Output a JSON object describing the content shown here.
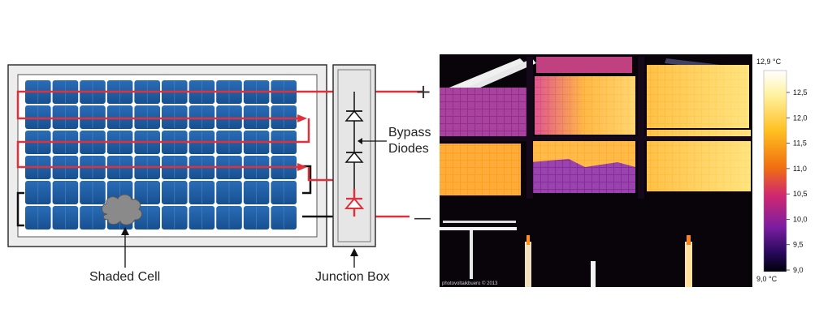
{
  "left_diagram": {
    "label_shaded_cell": "Shaded Cell",
    "label_junction_box": "Junction Box",
    "label_bypass_diodes_line1": "Bypass",
    "label_bypass_diodes_line2": "Diodes",
    "terminal_positive": "+",
    "terminal_negative": "—"
  },
  "thermal_image": {
    "scale_max": "12,9 °C",
    "scale_min": "9,0 °C",
    "scale_ticks": [
      "12,5",
      "12,0",
      "11,5",
      "11,0",
      "10,5",
      "10,0",
      "9,5",
      "9,0"
    ],
    "watermark": "photovoltaikbuero © 2013"
  },
  "colors": {
    "cell_blue": "#1f5fa8",
    "string_red": "#e0303a",
    "junction_box_gray": "#e6e6e6"
  }
}
